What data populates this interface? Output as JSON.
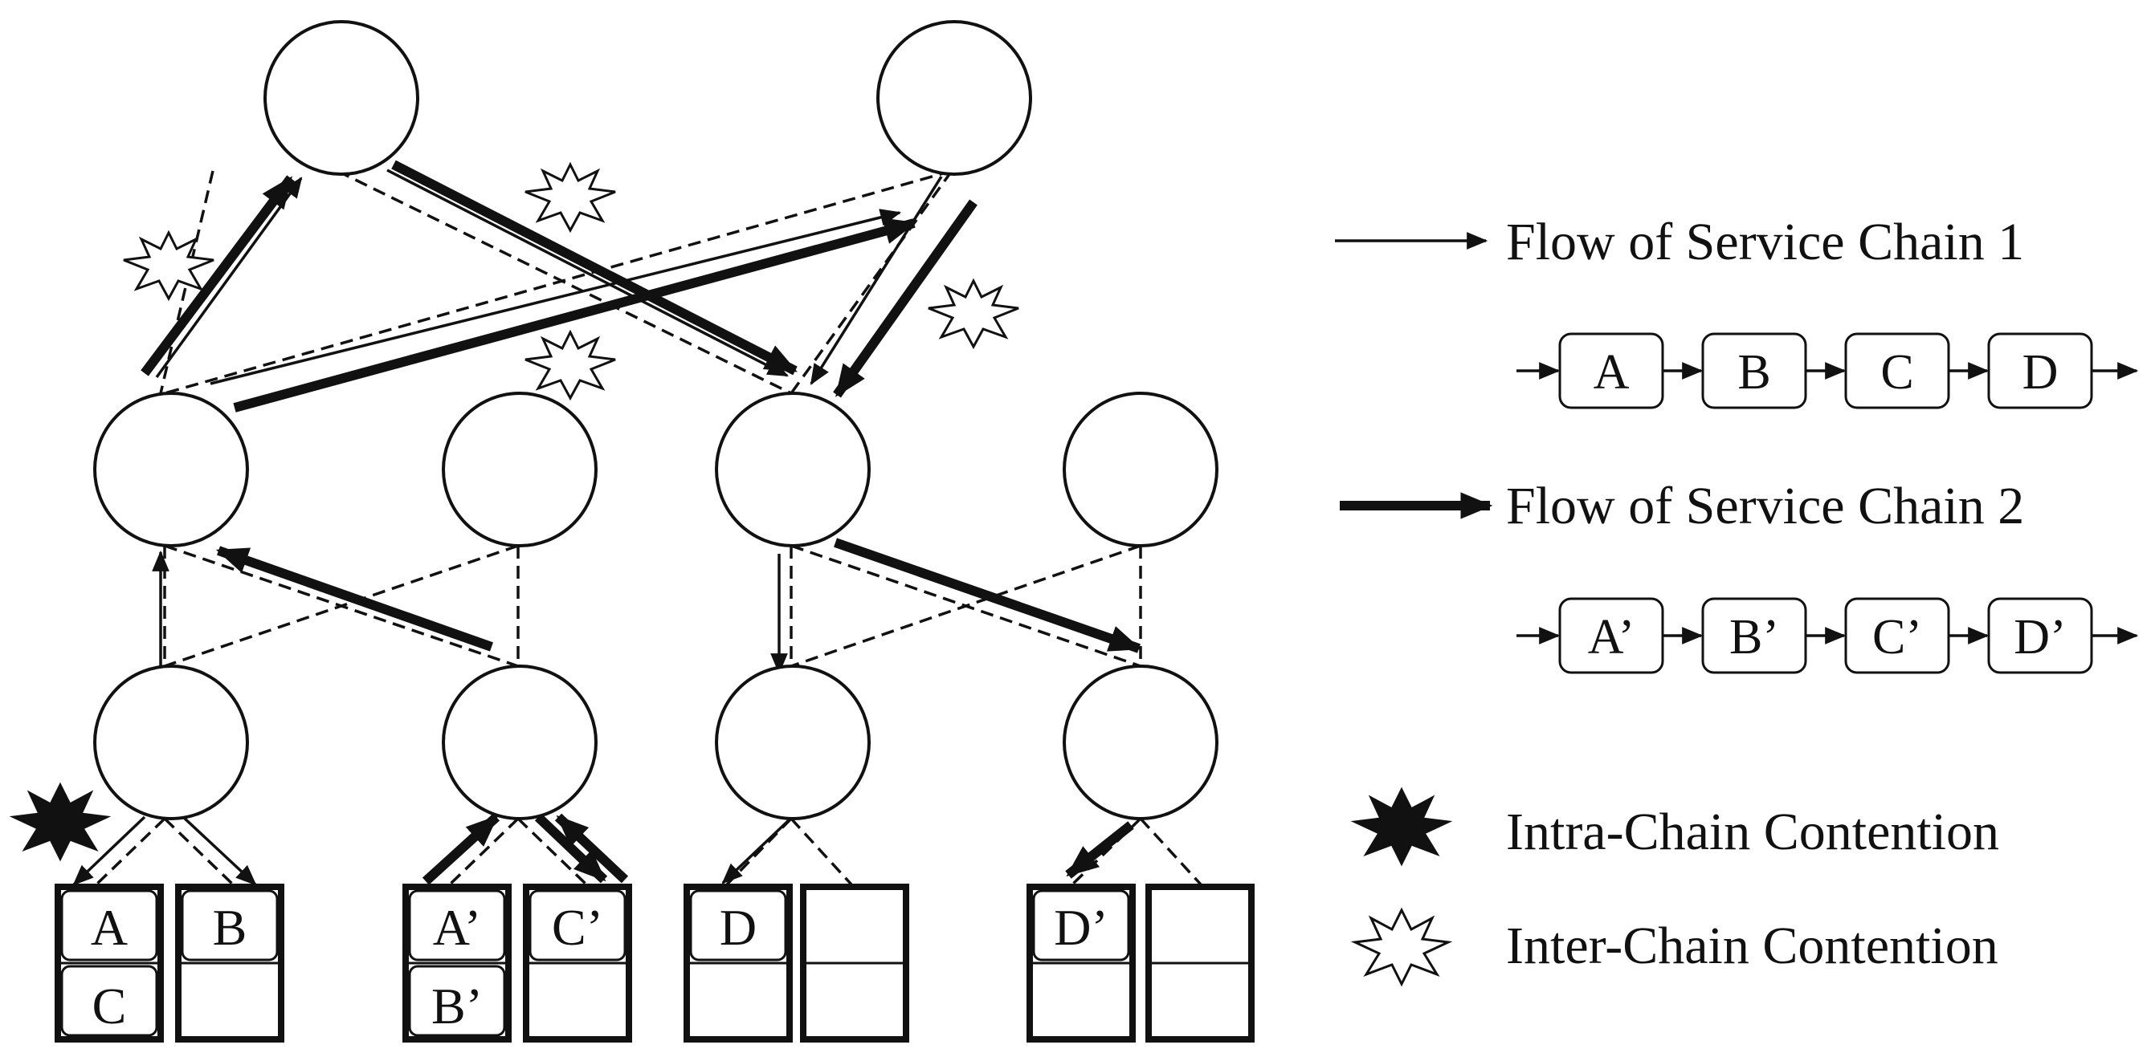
{
  "legend": {
    "chain1_label": "Flow of Service Chain 1",
    "chain2_label": "Flow of Service Chain 2",
    "intra_label": "Intra-Chain Contention",
    "inter_label": "Inter-Chain Contention"
  },
  "chain1": [
    "A",
    "B",
    "C",
    "D"
  ],
  "chain2": [
    "A’",
    "B’",
    "C’",
    "D’"
  ],
  "servers": [
    {
      "top": "A",
      "bottom": "C"
    },
    {
      "top": "B",
      "bottom": ""
    },
    {
      "top": "A’",
      "bottom": "B’"
    },
    {
      "top": "C’",
      "bottom": ""
    },
    {
      "top": "D",
      "bottom": ""
    },
    {
      "top": "",
      "bottom": ""
    },
    {
      "top": "D’",
      "bottom": ""
    },
    {
      "top": "",
      "bottom": ""
    }
  ],
  "colors": {
    "stroke": "#111111",
    "background": "#ffffff"
  }
}
